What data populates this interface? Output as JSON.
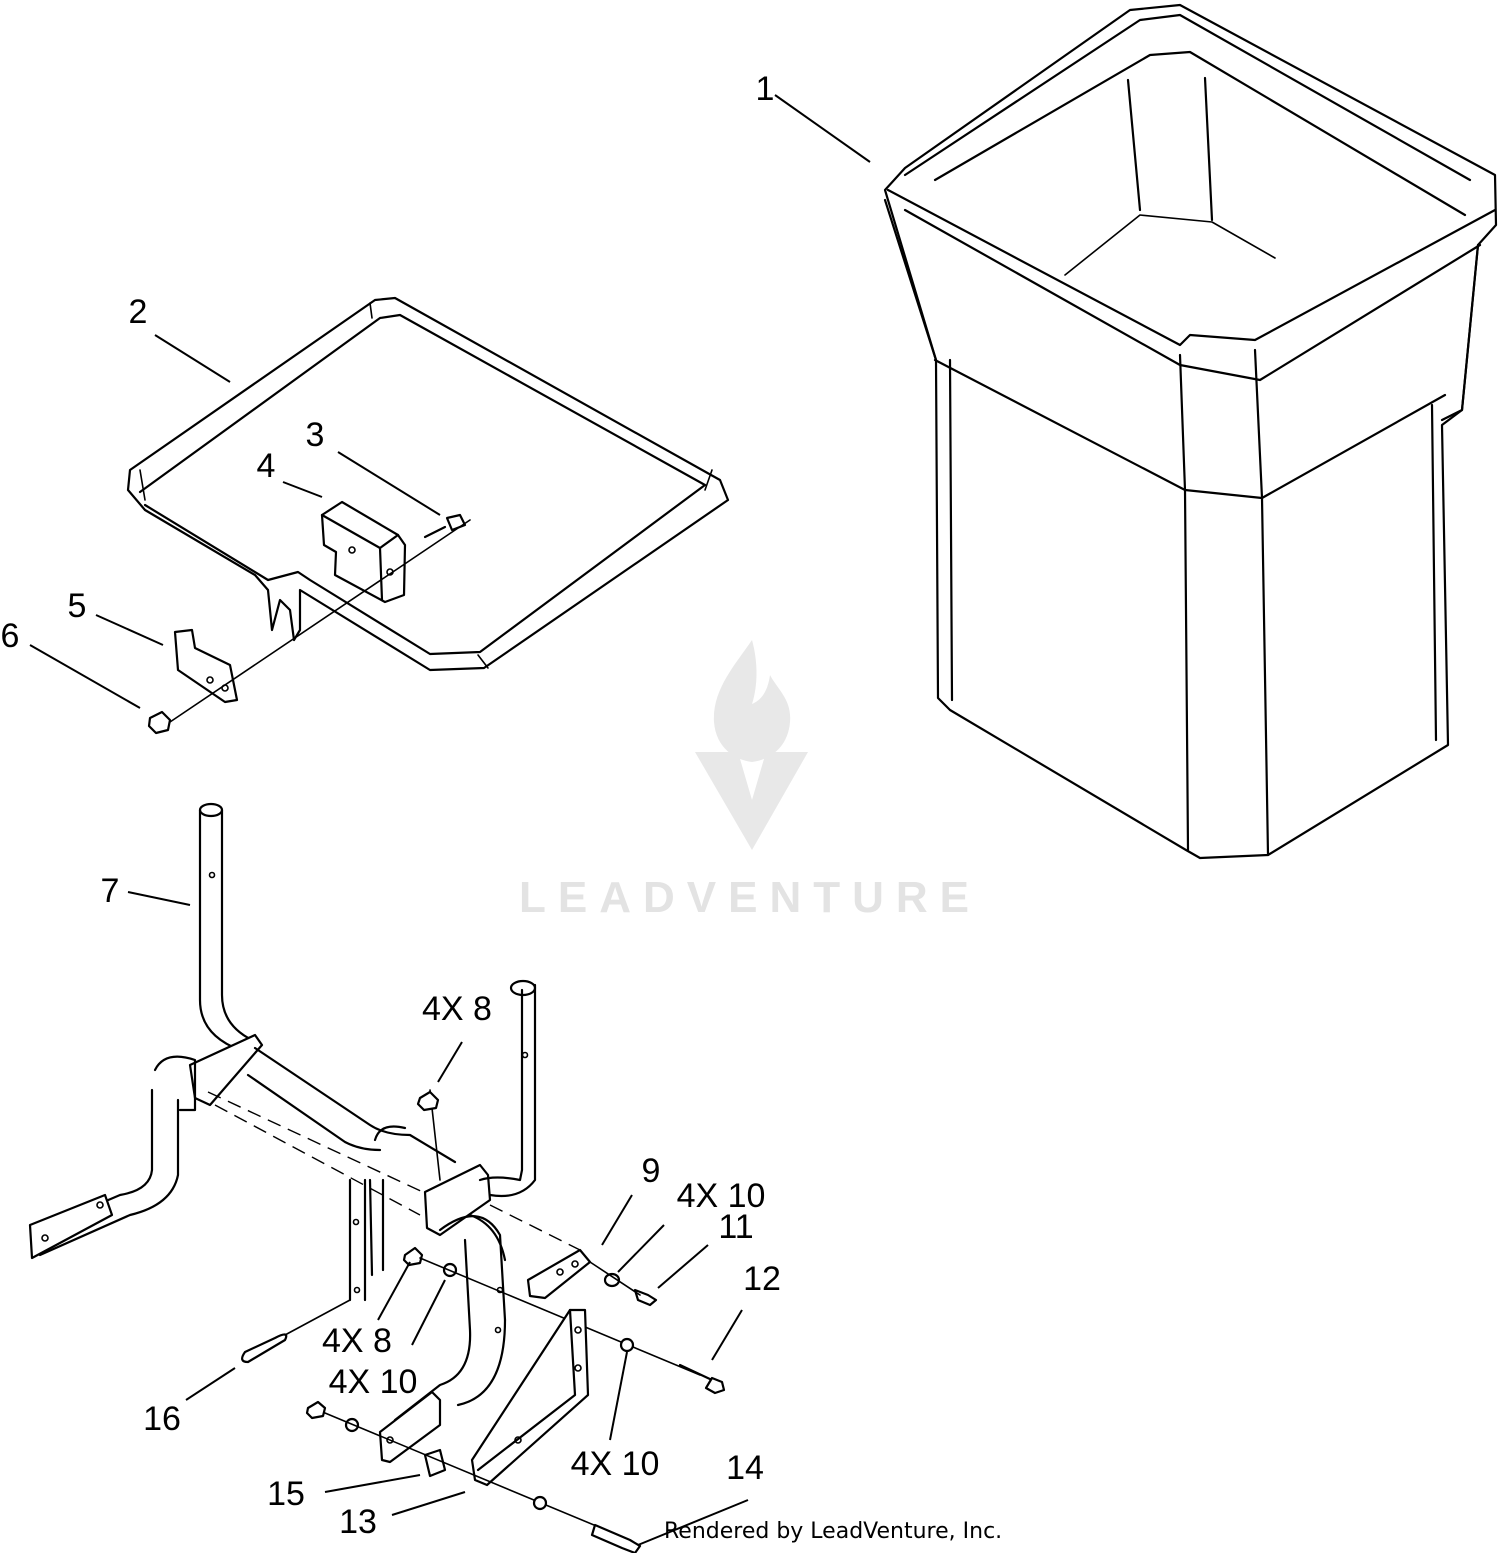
{
  "callouts": [
    {
      "id": "1",
      "label": "1"
    },
    {
      "id": "2",
      "label": "2"
    },
    {
      "id": "3",
      "label": "3"
    },
    {
      "id": "4",
      "label": "4"
    },
    {
      "id": "5",
      "label": "5"
    },
    {
      "id": "6",
      "label": "6"
    },
    {
      "id": "7",
      "label": "7"
    },
    {
      "id": "8a",
      "label": "4X 8"
    },
    {
      "id": "9",
      "label": "9"
    },
    {
      "id": "10a",
      "label": "4X 10"
    },
    {
      "id": "11",
      "label": "11"
    },
    {
      "id": "12",
      "label": "12"
    },
    {
      "id": "8b",
      "label": "4X 8"
    },
    {
      "id": "10b",
      "label": "4X 10"
    },
    {
      "id": "16",
      "label": "16"
    },
    {
      "id": "10c",
      "label": "4X 10"
    },
    {
      "id": "14",
      "label": "14"
    },
    {
      "id": "15",
      "label": "15"
    },
    {
      "id": "13",
      "label": "13"
    }
  ],
  "watermark": {
    "text": "LEADVENTURE",
    "color": "#e3e3e3"
  },
  "footer": {
    "text": "Rendered by LeadVenture, Inc."
  }
}
